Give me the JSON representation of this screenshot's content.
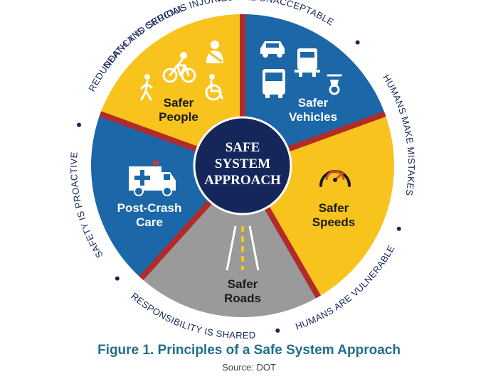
{
  "center": {
    "lines": [
      "SAFE",
      "SYSTEM",
      "APPROACH"
    ]
  },
  "segments": [
    {
      "id": "people",
      "lines": [
        "Safer",
        "People"
      ],
      "color": "#f7c31c",
      "text_color": "#1a1a1a",
      "icons": [
        "pedestrian-icon",
        "bicycle-icon",
        "seatbelt-icon",
        "wheelchair-icon"
      ]
    },
    {
      "id": "vehicles",
      "lines": [
        "Safer",
        "Vehicles"
      ],
      "color": "#1c67a8",
      "text_color": "#ffffff",
      "icons": [
        "car-icon",
        "truck-icon",
        "bus-icon",
        "motorcycle-icon"
      ]
    },
    {
      "id": "speeds",
      "lines": [
        "Safer",
        "Speeds"
      ],
      "color": "#f7c31c",
      "text_color": "#1a1a1a",
      "icons": [
        "speedometer-icon"
      ]
    },
    {
      "id": "roads",
      "lines": [
        "Safer",
        "Roads"
      ],
      "color": "#9a9a9a",
      "text_color": "#1a1a1a",
      "icons": [
        "road-icon"
      ]
    },
    {
      "id": "postcrash",
      "lines": [
        "Post-Crash",
        "Care"
      ],
      "color": "#1c67a8",
      "text_color": "#ffffff",
      "icons": [
        "ambulance-icon"
      ]
    }
  ],
  "principles": [
    "DEATH AND SERIOUS INJURIES ARE UNACCEPTABLE",
    "HUMANS MAKE MISTAKES",
    "HUMANS ARE VULNERABLE",
    "RESPONSIBILITY IS SHARED",
    "SAFETY IS PROACTIVE",
    "REDUNDANCY IS CRUCIAL"
  ],
  "caption": {
    "title": "Figure 1. Principles of a Safe System Approach",
    "source": "Source: DOT"
  },
  "colors": {
    "navy": "#15265a",
    "divider": "#b22a2a",
    "ring_text": "#15265a",
    "caption_title": "#1f6f8b"
  }
}
